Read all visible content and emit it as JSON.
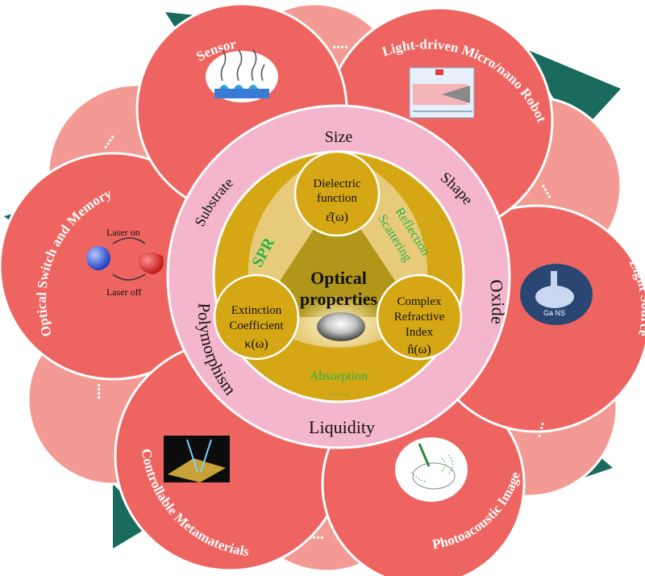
{
  "center": {
    "title_line1": "Optical",
    "title_line2": "properties",
    "dots": "……"
  },
  "inner_circles": {
    "dielectric": {
      "line1": "Dielectric",
      "line2": "function",
      "symbol": "ε̂(ω)"
    },
    "extinction": {
      "line1": "Extinction",
      "line2": "Coefficient",
      "symbol": "κ(ω)"
    },
    "refractive": {
      "line1": "Complex",
      "line2": "Refractive",
      "line3": "Index",
      "symbol": "n̂(ω)"
    }
  },
  "green_labels": {
    "spr": "SPR",
    "reflection": "Reflection",
    "scattering": "Scattering",
    "absorption": "Absorption"
  },
  "ring_labels": {
    "size": "Size",
    "shape": "Shape",
    "oxide": "Oxide",
    "liquidity": "Liquidity",
    "polymorphism": "Polymorphism",
    "substrate": "Substrate"
  },
  "petals": {
    "sensor": "Sensor",
    "robot": "Light-driven Micro/nano Robot",
    "light_source": "Light Source",
    "photoacoustic": "Photoacoustic Image",
    "metamaterials": "Controllable Metamaterials",
    "optical_switch": "Optical Switch and Memory"
  },
  "switch_figure": {
    "laser_on": "Laser on",
    "laser_off": "Laser off"
  },
  "light_source_figure": {
    "label": "Ga NS"
  },
  "ellipsis": "....",
  "colors": {
    "petal_front": "#ee6460",
    "petal_back": "#f29a93",
    "teal": "#1b6a5e",
    "pink_ring": "#f4b6cc",
    "gold_disk": "#d6a714",
    "gold_light": "#e7cb7a",
    "triangle": "#b29619",
    "green_text": "#2db24a"
  }
}
